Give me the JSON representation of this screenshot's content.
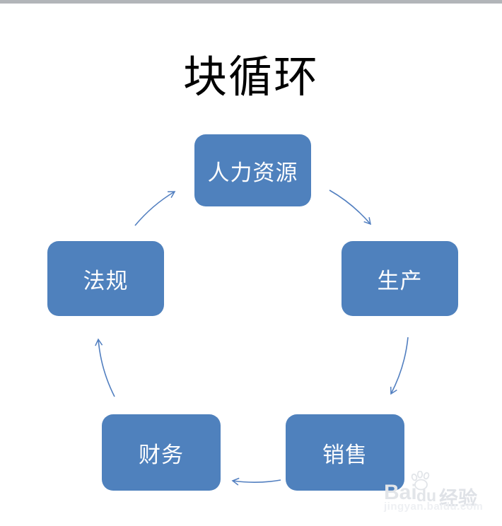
{
  "page": {
    "background": "#ffffff",
    "topbar_color": "#b2b5b9"
  },
  "diagram": {
    "title": "块循环",
    "type": "cycle",
    "node_fill_color": "#4f81bd",
    "node_text_color": "#ffffff",
    "arrow_color": "#527fc0",
    "nodes": [
      {
        "id": "human-resources",
        "label": "人力资源",
        "position": "top"
      },
      {
        "id": "production",
        "label": "生产",
        "position": "right"
      },
      {
        "id": "sales",
        "label": "销售",
        "position": "bottom-right"
      },
      {
        "id": "finance",
        "label": "财务",
        "position": "bottom-left"
      },
      {
        "id": "regulations",
        "label": "法规",
        "position": "left"
      }
    ],
    "edges": [
      {
        "from": "human-resources",
        "to": "production"
      },
      {
        "from": "production",
        "to": "sales"
      },
      {
        "from": "sales",
        "to": "finance"
      },
      {
        "from": "finance",
        "to": "regulations"
      },
      {
        "from": "regulations",
        "to": "human-resources"
      }
    ]
  },
  "watermark": {
    "brand_part1": "Bai",
    "brand_part2": "du",
    "brand_suffix": "经验",
    "url": "jingyan.baidu.com"
  }
}
